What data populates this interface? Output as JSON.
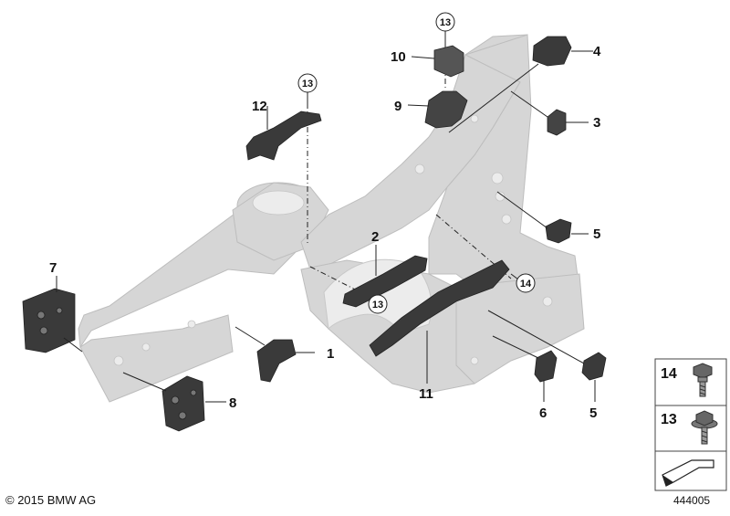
{
  "callouts": {
    "c1": "1",
    "c2": "2",
    "c3": "3",
    "c4": "4",
    "c5a": "5",
    "c5b": "5",
    "c6": "6",
    "c7": "7",
    "c8": "8",
    "c9": "9",
    "c10": "10",
    "c11": "11",
    "c12": "12",
    "c13a": "13",
    "c13b": "13",
    "c13c": "13",
    "c14": "14"
  },
  "legend": {
    "item14": "14",
    "item13": "13"
  },
  "footer": {
    "copyright": "© 2015 BMW AG",
    "diagram_id": "444005"
  },
  "colors": {
    "frame_fill": "#d9d9d9",
    "frame_stroke": "#bdbdbd",
    "part_fill": "#3a3a3a",
    "line": "#222222"
  }
}
